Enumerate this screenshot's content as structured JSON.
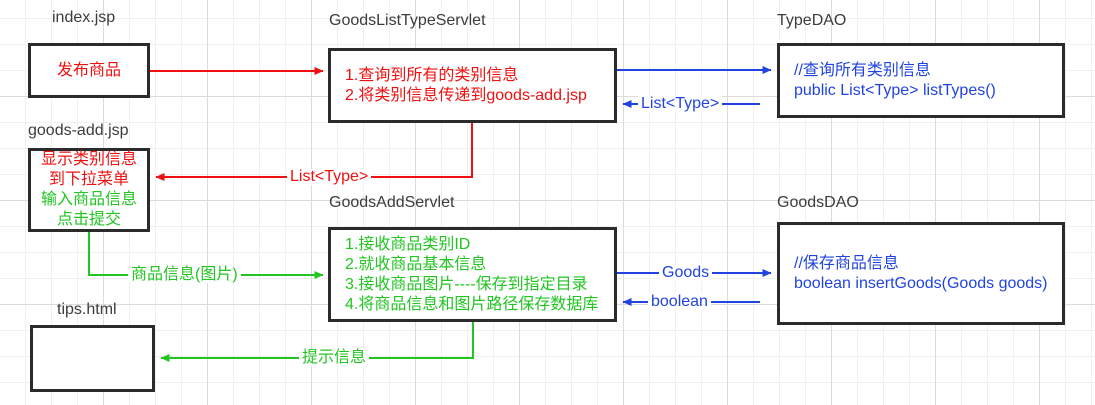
{
  "diagram": {
    "title_colors": {
      "red": "#f01010",
      "green": "#22c522",
      "blue": "#2144e0",
      "box_border": "#2b2b2b",
      "caption": "#3c3c3c",
      "grid_minor": "#f0f0f0",
      "grid_major": "#dcdcdc"
    },
    "captions": {
      "index_jsp": "index.jsp",
      "goods_add_jsp": "goods-add.jsp",
      "tips_html": "tips.html",
      "goods_list_type_servlet": "GoodsListTypeServlet",
      "goods_add_servlet": "GoodsAddServlet",
      "type_dao": "TypeDAO",
      "goods_dao": "GoodsDAO"
    },
    "nodes": {
      "index_jsp": {
        "lines": [
          {
            "text": "发布商品",
            "color": "red"
          }
        ]
      },
      "goods_add_jsp": {
        "lines": [
          {
            "text": "显示类别信息",
            "color": "red"
          },
          {
            "text": "到下拉菜单",
            "color": "red"
          },
          {
            "text": "输入商品信息",
            "color": "green"
          },
          {
            "text": "点击提交",
            "color": "green"
          }
        ]
      },
      "tips_html": {
        "lines": []
      },
      "goods_list_type_servlet": {
        "lines": [
          {
            "text": "1.查询到所有的类别信息",
            "color": "red"
          },
          {
            "text": "2.将类别信息传递到goods-add.jsp",
            "color": "red"
          }
        ]
      },
      "goods_add_servlet": {
        "lines": [
          {
            "text": "1.接收商品类别ID",
            "color": "green"
          },
          {
            "text": "2.就收商品基本信息",
            "color": "green"
          },
          {
            "text": "3.接收商品图片----保存到指定目录",
            "color": "green"
          },
          {
            "text": "4.将商品信息和图片路径保存数据库",
            "color": "green"
          }
        ]
      },
      "type_dao": {
        "lines": [
          {
            "text": "//查询所有类别信息",
            "color": "blue"
          },
          {
            "text": "public List<Type> listTypes()",
            "color": "blue"
          }
        ]
      },
      "goods_dao": {
        "lines": [
          {
            "text": "//保存商品信息",
            "color": "blue"
          },
          {
            "text": "boolean insertGoods(Goods goods)",
            "color": "blue"
          }
        ]
      }
    },
    "edges": {
      "index_to_listtype": {
        "label": "",
        "color": "red"
      },
      "listtype_to_typedao": {
        "label": "",
        "color": "blue"
      },
      "typedao_to_listtype": {
        "label": "List<Type>",
        "color": "blue"
      },
      "listtype_to_goodsadd_jsp": {
        "label": "List<Type>",
        "color": "red"
      },
      "goodsaddjsp_to_goodsaddservlet": {
        "label": "商品信息(图片)",
        "color": "green"
      },
      "goodsaddservlet_to_goodsdao": {
        "label": "Goods",
        "color": "blue"
      },
      "goodsdao_to_goodsaddservlet": {
        "label": "boolean",
        "color": "blue"
      },
      "goodsaddservlet_to_tips": {
        "label": "提示信息",
        "color": "green"
      }
    }
  }
}
